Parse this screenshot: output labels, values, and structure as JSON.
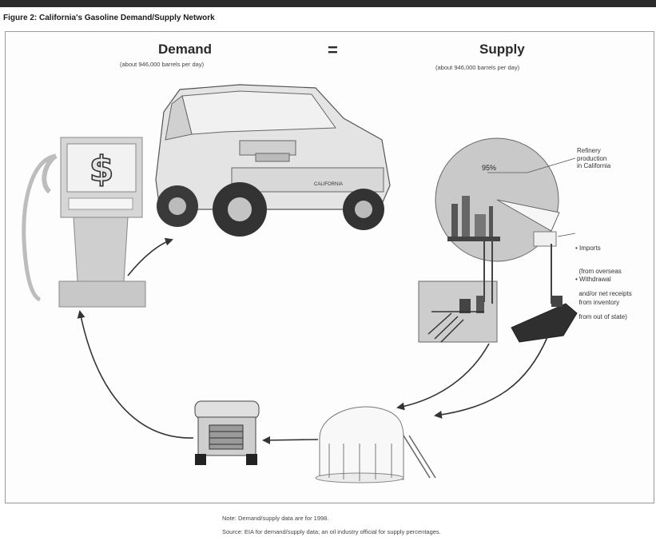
{
  "figure_title": "Figure 2:  California's Gasoline Demand/Supply Network",
  "demand": {
    "title": "Demand",
    "subtitle": "(about 946,000 barrels per day)"
  },
  "equals_sign": "=",
  "supply": {
    "title": "Supply",
    "subtitle": "(about 946,000 barrels per day)"
  },
  "pie": {
    "percent_label": "95%",
    "refinery_label": [
      "Refinery",
      "production",
      "in California"
    ],
    "imports_label": [
      "• Imports",
      "  (from overseas",
      "  and/or net receipts",
      "  from out of state)"
    ],
    "withdrawal_label": [
      "• Withdrawal",
      "  from inventory"
    ]
  },
  "car": {
    "plate_text": "CALIFORNIA"
  },
  "pump": {
    "price_sign": "$"
  },
  "icons": [
    "gas-pump-icon",
    "suv-car-icon",
    "refinery-pie-icon",
    "refinery-pipeline-icon",
    "tanker-ship-icon",
    "storage-tank-icon",
    "tanker-truck-icon"
  ],
  "note": "Note: Demand/supply data are for 1998.",
  "source": "Source: EIA for demand/supply data; an oil industry official for supply percentages."
}
